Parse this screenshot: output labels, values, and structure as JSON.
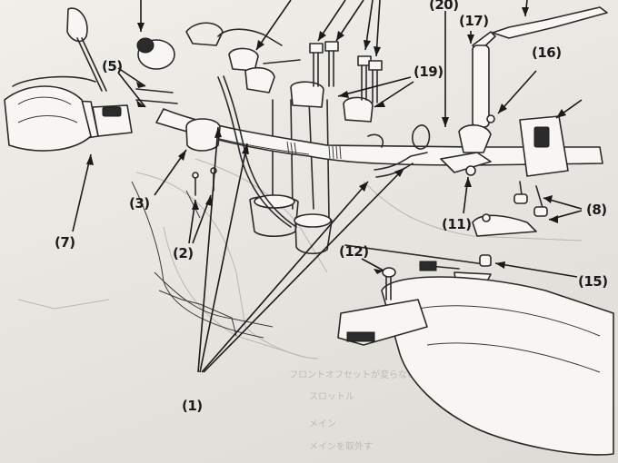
{
  "callouts": {
    "c1": "(1)",
    "c2": "(2)",
    "c3": "(3)",
    "c5": "(5)",
    "c7": "(7)",
    "c8": "(8)",
    "c11": "(11)",
    "c12": "(12)",
    "c15": "(15)",
    "c16": "(16)",
    "c17": "(17)",
    "c19": "(19)",
    "c20": "(20)"
  },
  "background_text": {
    "line1": "フロントオフセットが変らない",
    "line2": "スロットル",
    "line3": "メイン",
    "line4": "メインを取外す"
  },
  "colors": {
    "ink": "#1e1e1e",
    "paper": "#ebe8e3"
  }
}
